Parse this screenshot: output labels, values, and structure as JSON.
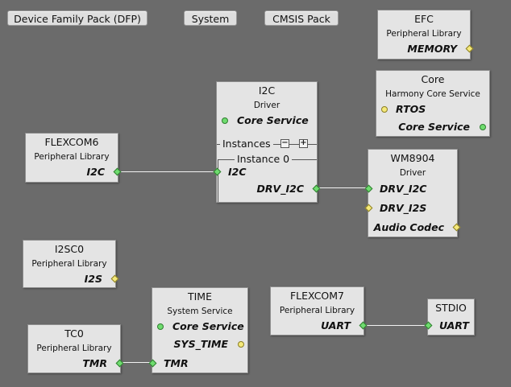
{
  "toolbar": {
    "dfp": "Device Family Pack (DFP)",
    "system": "System",
    "cmsis": "CMSIS Pack"
  },
  "nodes": {
    "efc": {
      "title": "EFC",
      "subtitle": "Peripheral Library",
      "ports": [
        "MEMORY"
      ]
    },
    "core": {
      "title": "Core",
      "subtitle": "Harmony Core Service",
      "ports": [
        "RTOS",
        "Core Service"
      ]
    },
    "i2c": {
      "title": "I2C",
      "subtitle": "Driver",
      "ports": [
        "Core Service",
        "I2C",
        "DRV_I2C"
      ],
      "instances_label": "Instances",
      "instance0_label": "Instance 0"
    },
    "flexcom6": {
      "title": "FLEXCOM6",
      "subtitle": "Peripheral Library",
      "ports": [
        "I2C"
      ]
    },
    "wm8904": {
      "title": "WM8904",
      "subtitle": "Driver",
      "ports": [
        "DRV_I2C",
        "DRV_I2S",
        "Audio Codec"
      ]
    },
    "i2sc0": {
      "title": "I2SC0",
      "subtitle": "Peripheral Library",
      "ports": [
        "I2S"
      ]
    },
    "time": {
      "title": "TIME",
      "subtitle": "System Service",
      "ports": [
        "Core Service",
        "SYS_TIME",
        "TMR"
      ]
    },
    "tc0": {
      "title": "TC0",
      "subtitle": "Peripheral Library",
      "ports": [
        "TMR"
      ]
    },
    "flexcom7": {
      "title": "FLEXCOM7",
      "subtitle": "Peripheral Library",
      "ports": [
        "UART"
      ]
    },
    "stdio": {
      "title": "STDIO",
      "ports": [
        "UART"
      ]
    }
  },
  "icons": {
    "minus": "−",
    "plus": "+"
  }
}
